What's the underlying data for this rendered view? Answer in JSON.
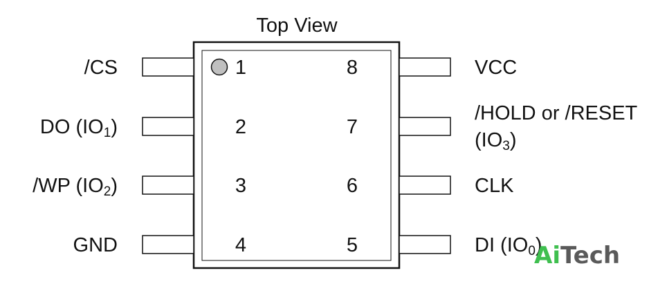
{
  "title": "Top View",
  "pins": [
    {
      "number": "1",
      "label": "/CS",
      "subscript": "",
      "tail": ""
    },
    {
      "number": "2",
      "label": "DO (IO",
      "subscript": "1",
      "tail": ")"
    },
    {
      "number": "3",
      "label": "/WP (IO",
      "subscript": "2",
      "tail": ")"
    },
    {
      "number": "4",
      "label": "GND",
      "subscript": "",
      "tail": ""
    },
    {
      "number": "5",
      "label": "DI (IO",
      "subscript": "0",
      "tail": ")"
    },
    {
      "number": "6",
      "label": "CLK",
      "subscript": "",
      "tail": ""
    },
    {
      "number": "7",
      "label": "/HOLD or /RESET",
      "label_line2": "(IO",
      "subscript": "3",
      "tail": ")"
    },
    {
      "number": "8",
      "label": "VCC",
      "subscript": "",
      "tail": ""
    }
  ],
  "watermark": {
    "part1": "Ai",
    "part2": "Tech",
    "color1": "#3fbf4f",
    "color2": "#5a5a5a"
  },
  "colors": {
    "outline": "#111111",
    "pin1_marker": "#c0c0c0"
  }
}
